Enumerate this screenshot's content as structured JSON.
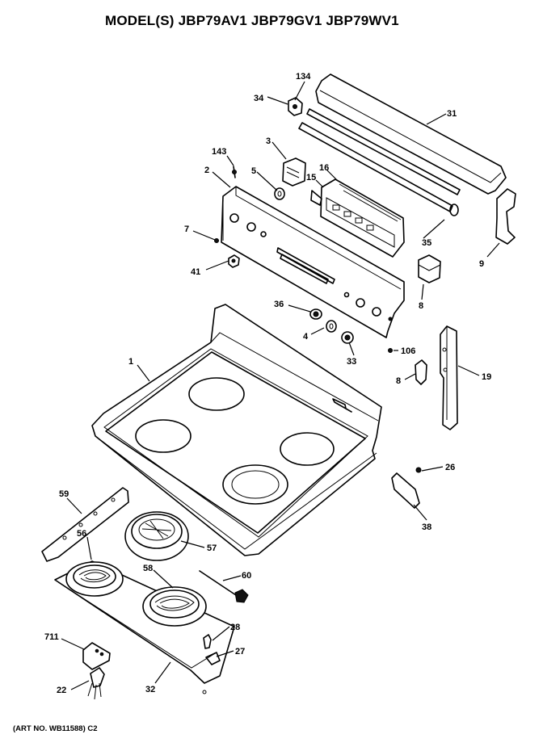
{
  "title": "MODEL(S) JBP79AV1  JBP79GV1  JBP79WV1",
  "art_number": "(ART NO. WB11588) C2",
  "callouts": {
    "p134": "134",
    "p34": "34",
    "p31": "31",
    "p3": "3",
    "p143": "143",
    "p2": "2",
    "p5": "5",
    "p16": "16",
    "p15": "15",
    "p7": "7",
    "p35": "35",
    "p9": "9",
    "p41": "41",
    "p8a": "8",
    "p36": "36",
    "p4": "4",
    "p33": "33",
    "p106": "106",
    "p8b": "8",
    "p19": "19",
    "p1": "1",
    "p26": "26",
    "p38": "38",
    "p59": "59",
    "p56": "56",
    "p57": "57",
    "p58": "58",
    "p60": "60",
    "p28": "28",
    "p27": "27",
    "p711": "711",
    "p32": "32",
    "p22": "22"
  }
}
